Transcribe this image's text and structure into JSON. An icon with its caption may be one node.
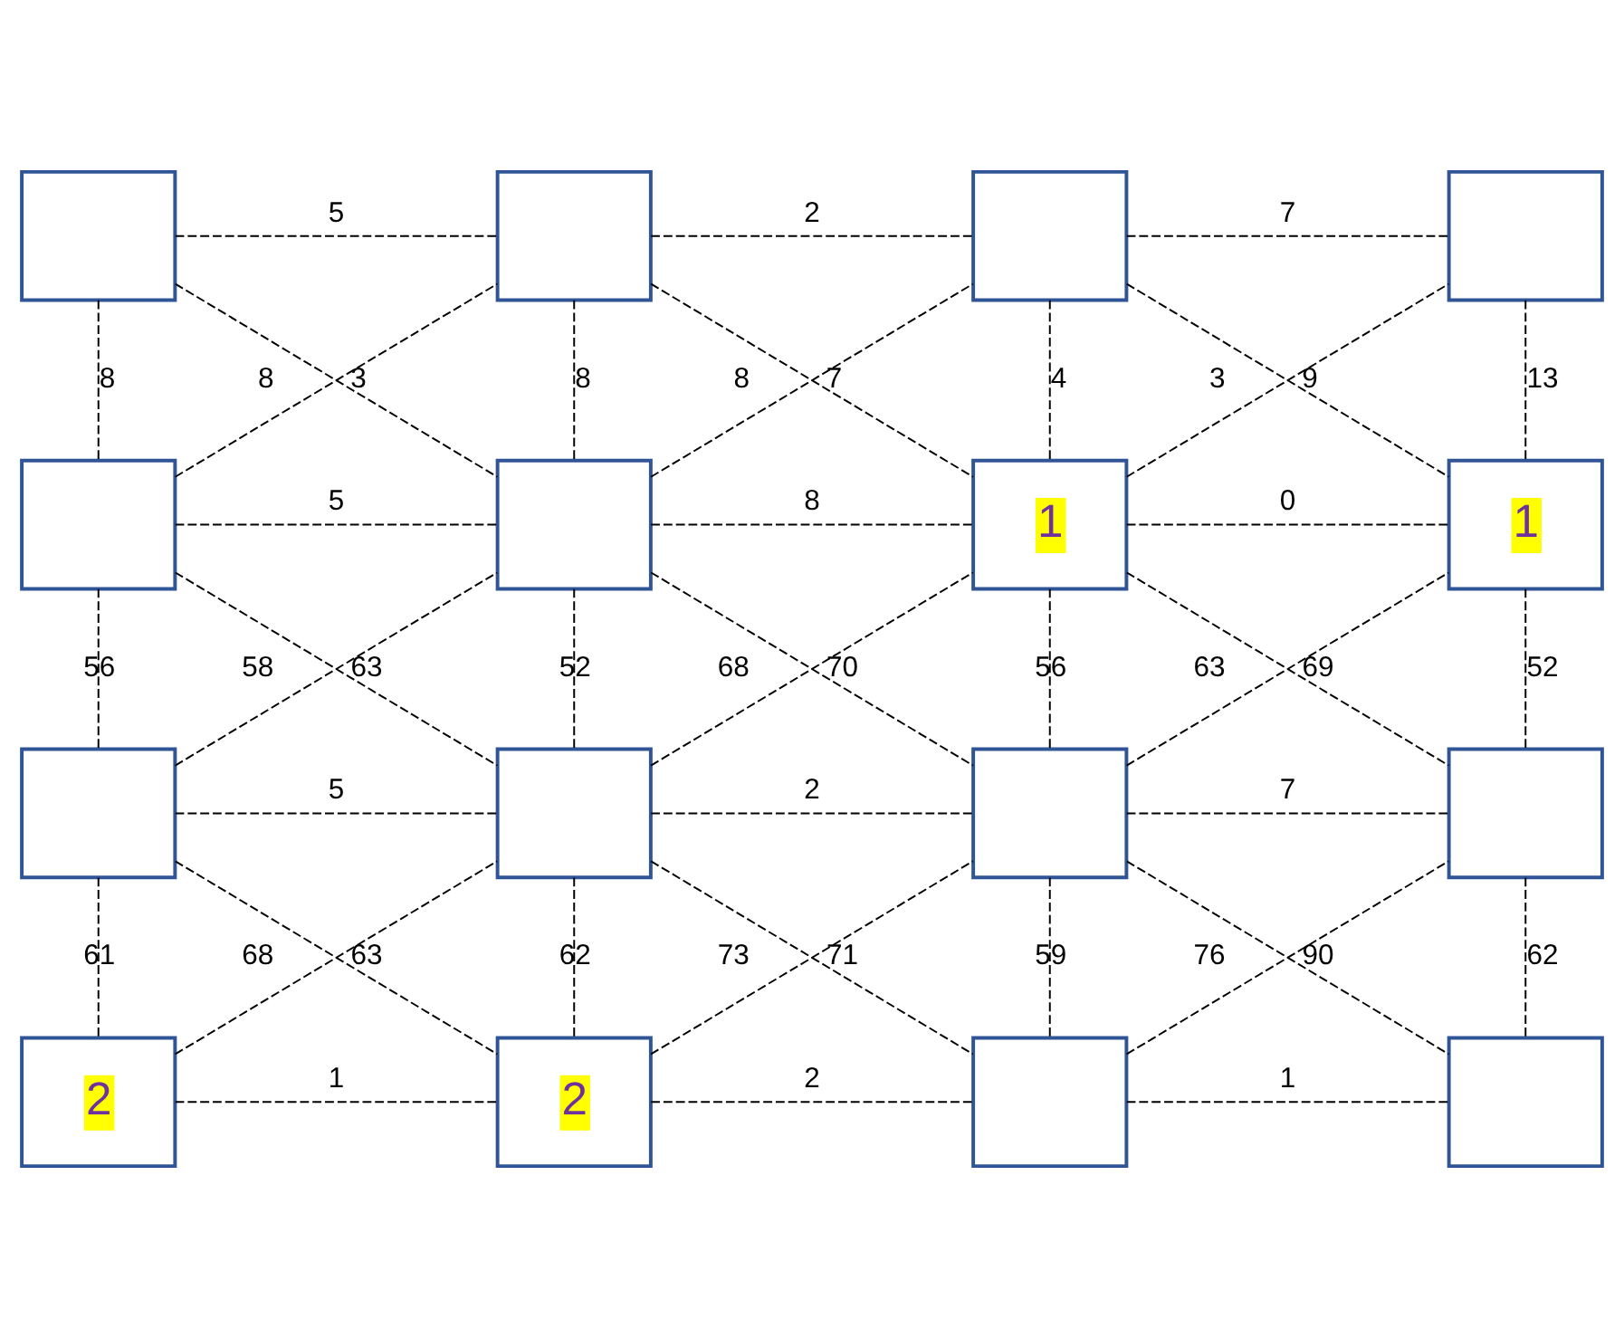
{
  "diagram": {
    "nodes": [
      {
        "text": [],
        "shape": "box"
      },
      {
        "text": [],
        "shape": "box"
      },
      {
        "text": [],
        "shape": "box"
      },
      {
        "text": [],
        "shape": "box"
      },
      {
        "text": [],
        "shape": "box"
      },
      {
        "text": [],
        "shape": "box"
      },
      {
        "text": [
          "1"
        ]
      },
      {
        "text": [
          "1"
        ]
      },
      {
        "text": [],
        "shape": "box"
      },
      {
        "text": [],
        "shape": "box"
      },
      {
        "text": [],
        "shape": "box"
      },
      {
        "text": [],
        "shape": "box"
      },
      {
        "text": [
          "2"
        ]
      },
      {
        "text": [
          "2"
        ]
      },
      {
        "text": [],
        "shape": "box"
      },
      {
        "text": [],
        "shape": "box"
      }
    ],
    "edges": [
      {
        "from": 0,
        "to": 1,
        "arrow": "none",
        "style": "dashed",
        "label": "5"
      },
      {
        "from": 1,
        "to": 2,
        "arrow": "none",
        "style": "dashed",
        "label": "2"
      },
      {
        "from": 2,
        "to": 3,
        "arrow": "none",
        "style": "dashed",
        "label": "7"
      },
      {
        "from": 0,
        "to": 4,
        "arrow": "none",
        "style": "dashed",
        "label": "8"
      },
      {
        "from": 0,
        "to": 5,
        "arrow": "none",
        "style": "dashed",
        "label": "8"
      },
      {
        "from": 4,
        "to": 1,
        "arrow": "none",
        "style": "dashed",
        "label": "3"
      },
      {
        "from": 1,
        "to": 5,
        "arrow": "none",
        "style": "dashed",
        "label": "8"
      },
      {
        "from": 1,
        "to": 6,
        "arrow": "none",
        "style": "dashed",
        "label": "8"
      },
      {
        "from": 5,
        "to": 2,
        "arrow": "none",
        "style": "dashed",
        "label": "7"
      },
      {
        "from": 2,
        "to": 6,
        "arrow": "none",
        "style": "dashed",
        "label": "4"
      },
      {
        "from": 2,
        "to": 7,
        "arrow": "none",
        "style": "dashed",
        "label": "3"
      },
      {
        "from": 6,
        "to": 3,
        "arrow": "none",
        "style": "dashed",
        "label": "9"
      },
      {
        "from": 3,
        "to": 7,
        "arrow": "none",
        "style": "dashed",
        "label": "13"
      },
      {
        "from": 4,
        "to": 5,
        "arrow": "none",
        "style": "dashed",
        "label": "5"
      },
      {
        "from": 5,
        "to": 6,
        "arrow": "none",
        "style": "dashed",
        "label": "8"
      },
      {
        "from": 6,
        "to": 7,
        "arrow": "none",
        "style": "dashed",
        "label": "0"
      },
      {
        "from": 4,
        "to": 8,
        "arrow": "none",
        "style": "dashed",
        "label": "56"
      },
      {
        "from": 4,
        "to": 9,
        "arrow": "none",
        "style": "dashed",
        "label": "58"
      },
      {
        "from": 8,
        "to": 5,
        "arrow": "none",
        "style": "dashed",
        "label": "63"
      },
      {
        "from": 5,
        "to": 9,
        "arrow": "none",
        "style": "dashed",
        "label": "52"
      },
      {
        "from": 5,
        "to": 10,
        "arrow": "none",
        "style": "dashed",
        "label": "68"
      },
      {
        "from": 9,
        "to": 6,
        "arrow": "none",
        "style": "dashed",
        "label": "70"
      },
      {
        "from": 6,
        "to": 10,
        "arrow": "none",
        "style": "dashed",
        "label": "56"
      },
      {
        "from": 6,
        "to": 11,
        "arrow": "none",
        "style": "dashed",
        "label": "63"
      },
      {
        "from": 10,
        "to": 7,
        "arrow": "none",
        "style": "dashed",
        "label": "69"
      },
      {
        "from": 7,
        "to": 11,
        "arrow": "none",
        "style": "dashed",
        "label": "52"
      },
      {
        "from": 8,
        "to": 9,
        "arrow": "none",
        "style": "dashed",
        "label": "5"
      },
      {
        "from": 9,
        "to": 10,
        "arrow": "none",
        "style": "dashed",
        "label": "2"
      },
      {
        "from": 10,
        "to": 11,
        "arrow": "none",
        "style": "dashed",
        "label": "7"
      },
      {
        "from": 8,
        "to": 12,
        "arrow": "none",
        "style": "dashed",
        "label": "61"
      },
      {
        "from": 8,
        "to": 13,
        "arrow": "none",
        "style": "dashed",
        "label": "68"
      },
      {
        "from": 12,
        "to": 9,
        "arrow": "none",
        "style": "dashed",
        "label": "63"
      },
      {
        "from": 9,
        "to": 13,
        "arrow": "none",
        "style": "dashed",
        "label": "62"
      },
      {
        "from": 9,
        "to": 14,
        "arrow": "none",
        "style": "dashed",
        "label": "73"
      },
      {
        "from": 13,
        "to": 10,
        "arrow": "none",
        "style": "dashed",
        "label": "71"
      },
      {
        "from": 10,
        "to": 14,
        "arrow": "none",
        "style": "dashed",
        "label": "59"
      },
      {
        "from": 10,
        "to": 15,
        "arrow": "none",
        "style": "dashed",
        "label": "76"
      },
      {
        "from": 14,
        "to": 11,
        "arrow": "none",
        "style": "dashed",
        "label": "90"
      },
      {
        "from": 11,
        "to": 15,
        "arrow": "none",
        "style": "dashed",
        "label": "62"
      },
      {
        "from": 12,
        "to": 13,
        "arrow": "none",
        "style": "dashed",
        "label": "1"
      },
      {
        "from": 13,
        "to": 14,
        "arrow": "none",
        "style": "dashed",
        "label": "2"
      },
      {
        "from": 14,
        "to": 15,
        "arrow": "none",
        "style": "dashed",
        "label": "1"
      }
    ]
  }
}
